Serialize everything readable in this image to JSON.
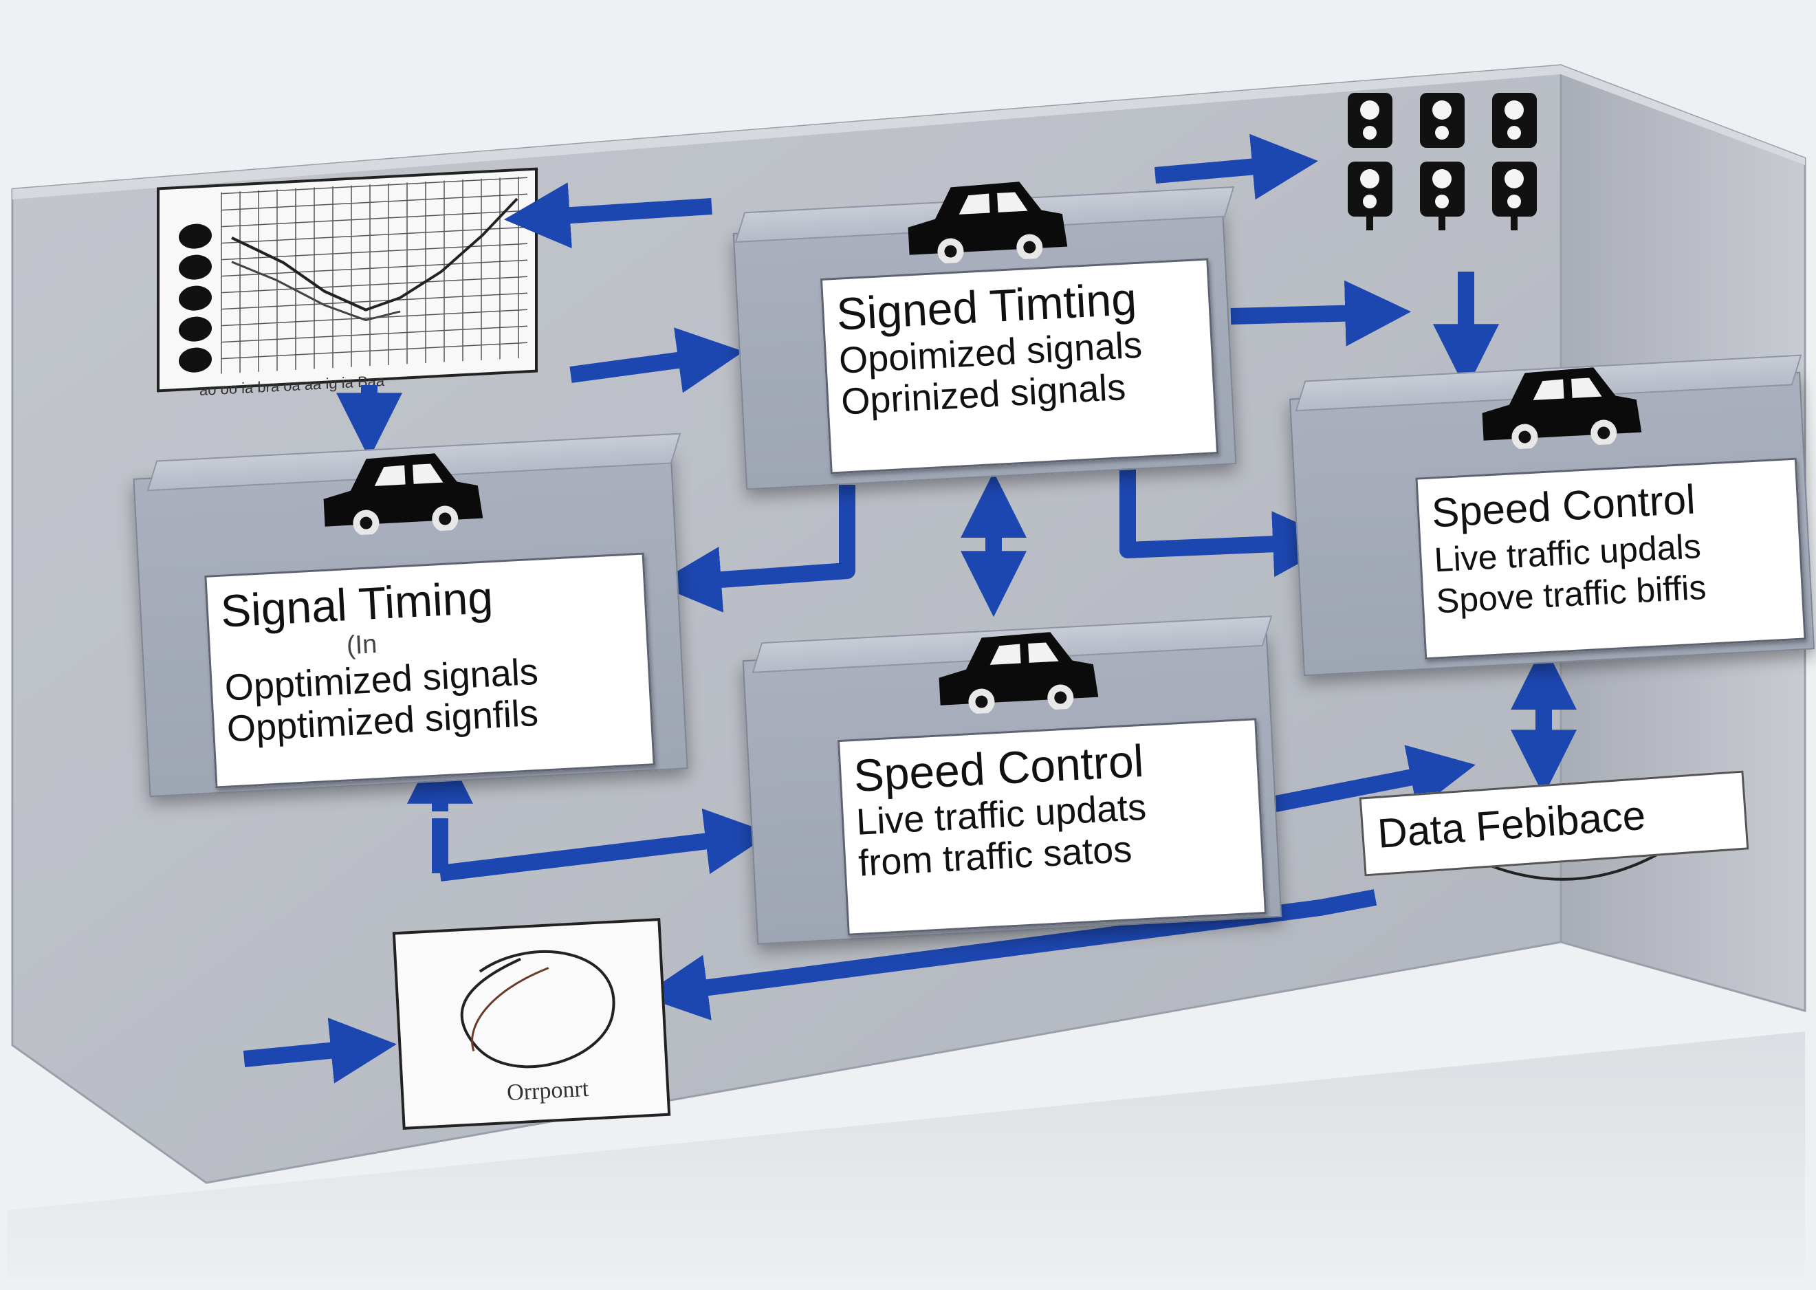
{
  "colors": {
    "page_bg": "#ffffff",
    "wall": "#b9bcc4",
    "box": "#a6acb9",
    "arrow": "#1d47b0",
    "car": "#0b0b0b"
  },
  "nodes": {
    "top_center": {
      "title": "Signed Timting",
      "line1": "Opoimized signals",
      "line2": "Oprinized signals"
    },
    "left": {
      "title": "Signal Timing",
      "sub": "(In",
      "line1": "Opptimized signals",
      "line2": "Opptimized signfils"
    },
    "center": {
      "title": "Speed Control",
      "line1": "Live traffic updats",
      "line2": "from traffic satos"
    },
    "right": {
      "title": "Speed Control",
      "line1": "Live traffic updals",
      "line2": "Spove traffic biffis"
    }
  },
  "data_feedback": {
    "label": "Data Febibace"
  },
  "graph_panel": {
    "axis_text": "ao  oo ia   bra    oa aa  ig ia Baa"
  },
  "output_panel": {
    "label": "Orrponrt"
  },
  "icons": {
    "car": "car-icon",
    "traffic_light": "traffic-light-icon",
    "arrow": "arrow-icon"
  }
}
